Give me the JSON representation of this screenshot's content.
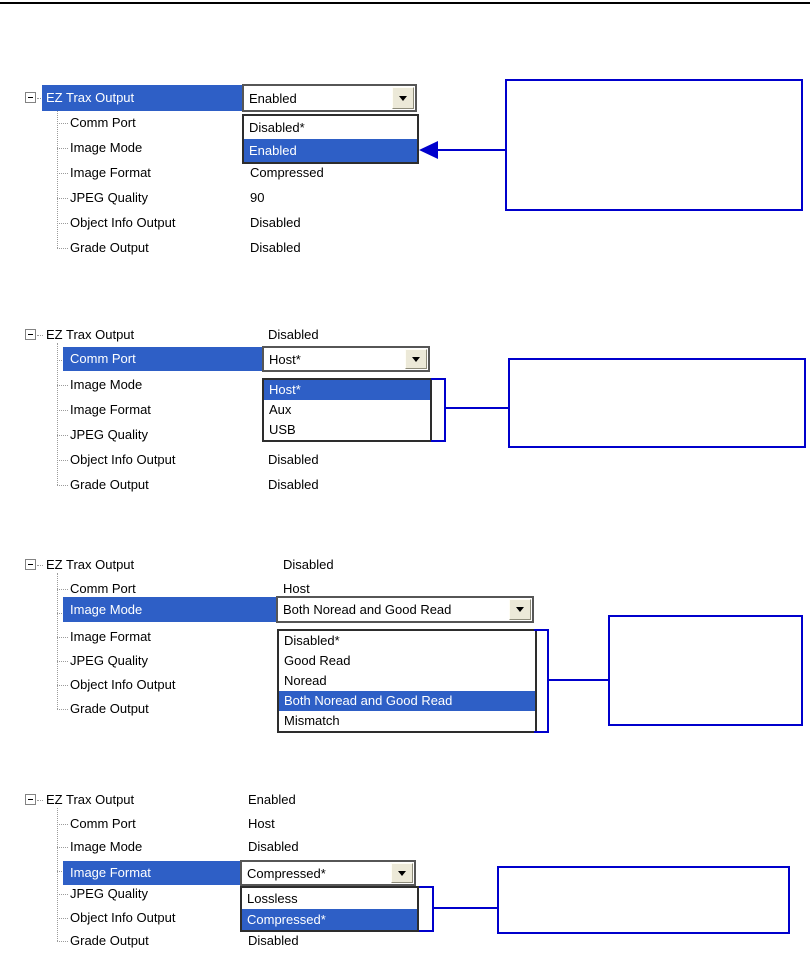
{
  "colors": {
    "selection_highlight": "#2e5fc6",
    "callout_outline": "#0000cc"
  },
  "panels": [
    {
      "name": "ez-trax-output-status",
      "rows": [
        {
          "label": "EZ Trax Output",
          "level": 0,
          "selected": true,
          "control": "combobox"
        },
        {
          "label": "Comm Port",
          "level": 1
        },
        {
          "label": "Image Mode",
          "level": 1
        },
        {
          "label": "Image Format",
          "level": 1,
          "value": "Compressed"
        },
        {
          "label": "JPEG Quality",
          "level": 1,
          "value": "90"
        },
        {
          "label": "Object Info Output",
          "level": 1,
          "value": "Disabled"
        },
        {
          "label": "Grade Output",
          "level": 1,
          "value": "Disabled"
        }
      ],
      "dropdown": {
        "value": "Enabled",
        "options": [
          "Disabled*",
          "Enabled"
        ],
        "selected_index": 1
      },
      "callout": {
        "text": ""
      }
    },
    {
      "name": "comm-port",
      "rows": [
        {
          "label": "EZ Trax Output",
          "level": 0,
          "value": "Disabled"
        },
        {
          "label": "Comm Port",
          "level": 1,
          "selected": true,
          "control": "combobox"
        },
        {
          "label": "Image Mode",
          "level": 1
        },
        {
          "label": "Image Format",
          "level": 1
        },
        {
          "label": "JPEG Quality",
          "level": 1
        },
        {
          "label": "Object Info Output",
          "level": 1,
          "value": "Disabled"
        },
        {
          "label": "Grade Output",
          "level": 1,
          "value": "Disabled"
        }
      ],
      "dropdown": {
        "value": "Host*",
        "options": [
          "Host*",
          "Aux",
          "USB"
        ],
        "selected_index": 0
      },
      "callout": {
        "text": ""
      }
    },
    {
      "name": "image-mode",
      "rows": [
        {
          "label": "EZ Trax Output",
          "level": 0,
          "value": "Disabled"
        },
        {
          "label": "Comm Port",
          "level": 1,
          "value": "Host"
        },
        {
          "label": "Image Mode",
          "level": 1,
          "selected": true,
          "control": "combobox"
        },
        {
          "label": "Image Format",
          "level": 1
        },
        {
          "label": "JPEG Quality",
          "level": 1
        },
        {
          "label": "Object Info Output",
          "level": 1
        },
        {
          "label": "Grade Output",
          "level": 1
        }
      ],
      "dropdown": {
        "value": "Both Noread and Good Read",
        "options": [
          "Disabled*",
          "Good Read",
          "Noread",
          "Both Noread and Good Read",
          "Mismatch"
        ],
        "selected_index": 3
      },
      "callout": {
        "text": ""
      }
    },
    {
      "name": "image-format",
      "rows": [
        {
          "label": "EZ Trax Output",
          "level": 0,
          "value": "Enabled"
        },
        {
          "label": "Comm Port",
          "level": 1,
          "value": "Host"
        },
        {
          "label": "Image Mode",
          "level": 1,
          "value": "Disabled"
        },
        {
          "label": "Image Format",
          "level": 1,
          "selected": true,
          "control": "combobox"
        },
        {
          "label": "JPEG Quality",
          "level": 1
        },
        {
          "label": "Object Info Output",
          "level": 1
        },
        {
          "label": "Grade Output",
          "level": 1,
          "value": "Disabled"
        }
      ],
      "dropdown": {
        "value": "Compressed*",
        "options": [
          "Lossless",
          "Compressed*"
        ],
        "selected_index": 1
      },
      "callout": {
        "text": ""
      }
    }
  ]
}
